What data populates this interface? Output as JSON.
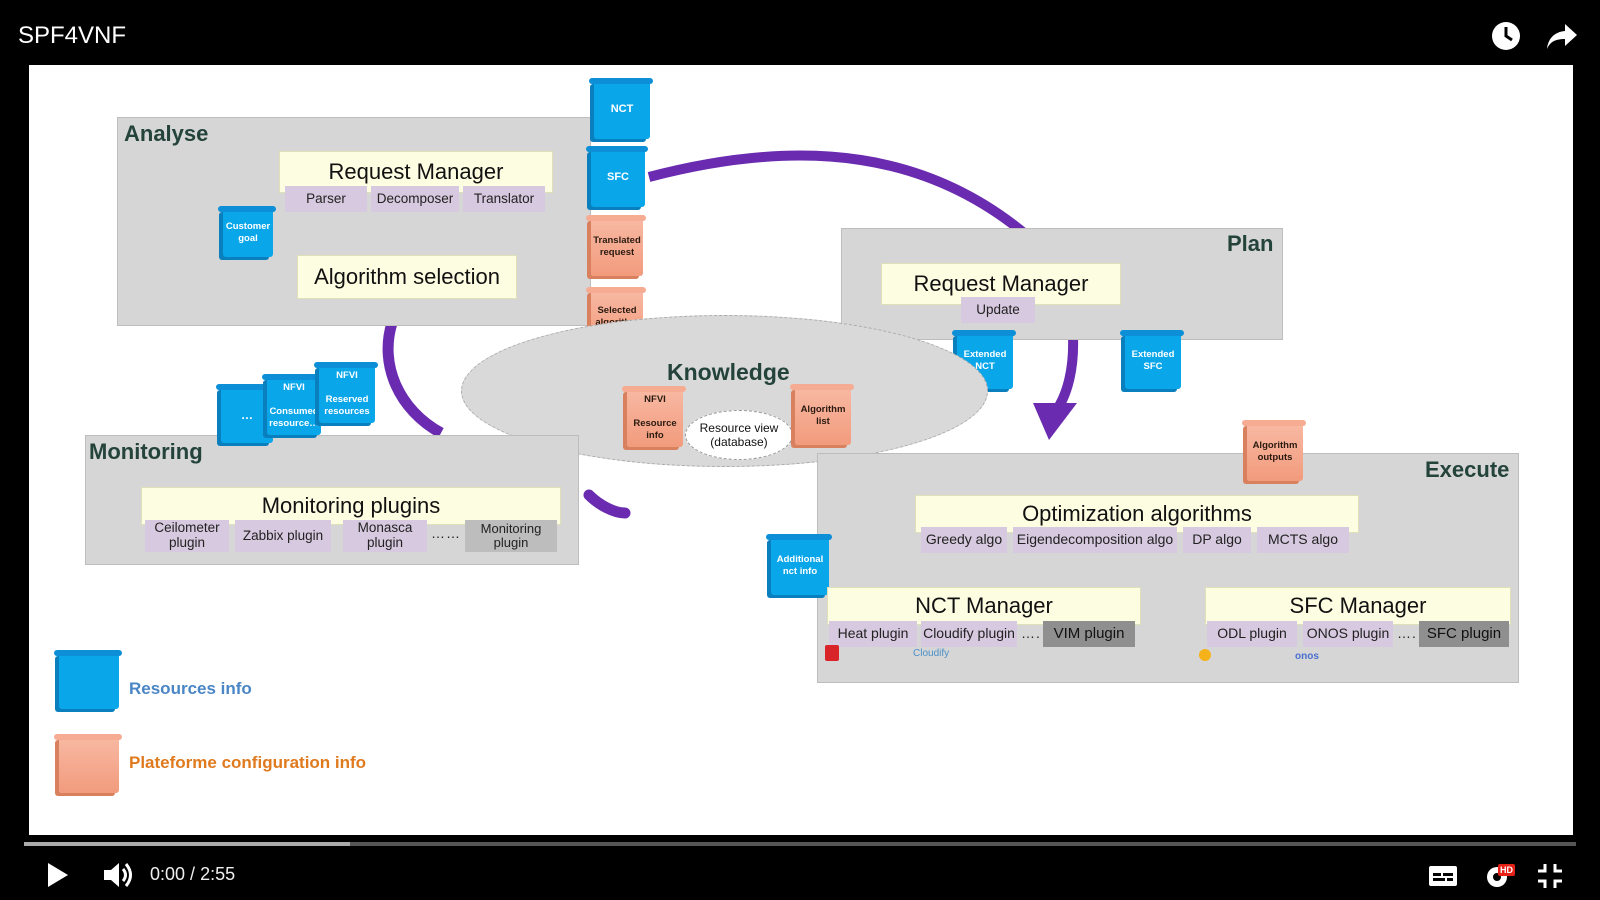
{
  "video": {
    "title": "SPF4VNF",
    "time_current": "0:00",
    "time_separator": " / ",
    "time_total": "2:55",
    "buffered_fraction": 0.21,
    "icons": [
      "clock-icon",
      "share-icon",
      "play-icon",
      "volume-icon",
      "subtitles-icon",
      "settings-icon",
      "exit-fullscreen-icon"
    ],
    "hd_badge": "HD"
  },
  "slide": {
    "analyse": {
      "title": "Analyse",
      "request_manager": "Request Manager",
      "subs": [
        "Parser",
        "Decomposer",
        "Translator"
      ],
      "algorithm_selection": "Algorithm selection",
      "customer_goal": "Customer\ngoal"
    },
    "flow_scrolls": {
      "nct": "NCT",
      "sfc": "SFC",
      "translated_request": "Translated\nrequest",
      "selected_algorithm": "Selected\nalgorithm"
    },
    "plan": {
      "title": "Plan",
      "request_manager": "Request Manager",
      "update": "Update",
      "extended_nct": "Extended\nNCT",
      "extended_sfc": "Extended\nSFC"
    },
    "knowledge": {
      "title": "Knowledge",
      "nfvi_resource": "NFVI\n\nResource\ninfo",
      "resource_view": "Resource view\n(database)",
      "algorithm_list": "Algorithm\nlist"
    },
    "monitoring": {
      "title": "Monitoring",
      "plugins_title": "Monitoring plugins",
      "subs": [
        "Ceilometer\nplugin",
        "Zabbix plugin",
        "Monasca\nplugin"
      ],
      "dots": "……",
      "last_sub": "Monitoring\nplugin",
      "scroll_dots": "…",
      "nfvi_consumed": "NFVI\n\nConsumed\nresource…",
      "nfvi_reserved": "NFVI\n\nReserved\nresources"
    },
    "execute": {
      "title": "Execute",
      "algorithm_outputs": "Algorithm\noutputs",
      "additional_info": "Additional\nnct info",
      "optimization": "Optimization algorithms",
      "algos": [
        "Greedy algo",
        "Eigendecomposition algo",
        "DP algo",
        "MCTS algo"
      ],
      "nct_manager": "NCT Manager",
      "nct_plugins": [
        "Heat plugin",
        "Cloudify plugin"
      ],
      "nct_dots": "….",
      "vim_plugin": "VIM plugin",
      "sfc_manager": "SFC Manager",
      "sfc_plugins": [
        "ODL plugin",
        "ONOS plugin"
      ],
      "sfc_dots": "….",
      "sfc_plugin": "SFC plugin",
      "logo_cloudify": "Cloudify",
      "logo_onos": "onos"
    },
    "legend": {
      "resources": "Resources info",
      "platform": "Plateforme configuration info",
      "resources_color": "#4a86c5",
      "platform_color": "#e07a1f"
    },
    "colors": {
      "arrow": "#6a2bb0",
      "blue_scroll": "#0aa6ea",
      "orange_scroll": "#f4a589"
    }
  }
}
